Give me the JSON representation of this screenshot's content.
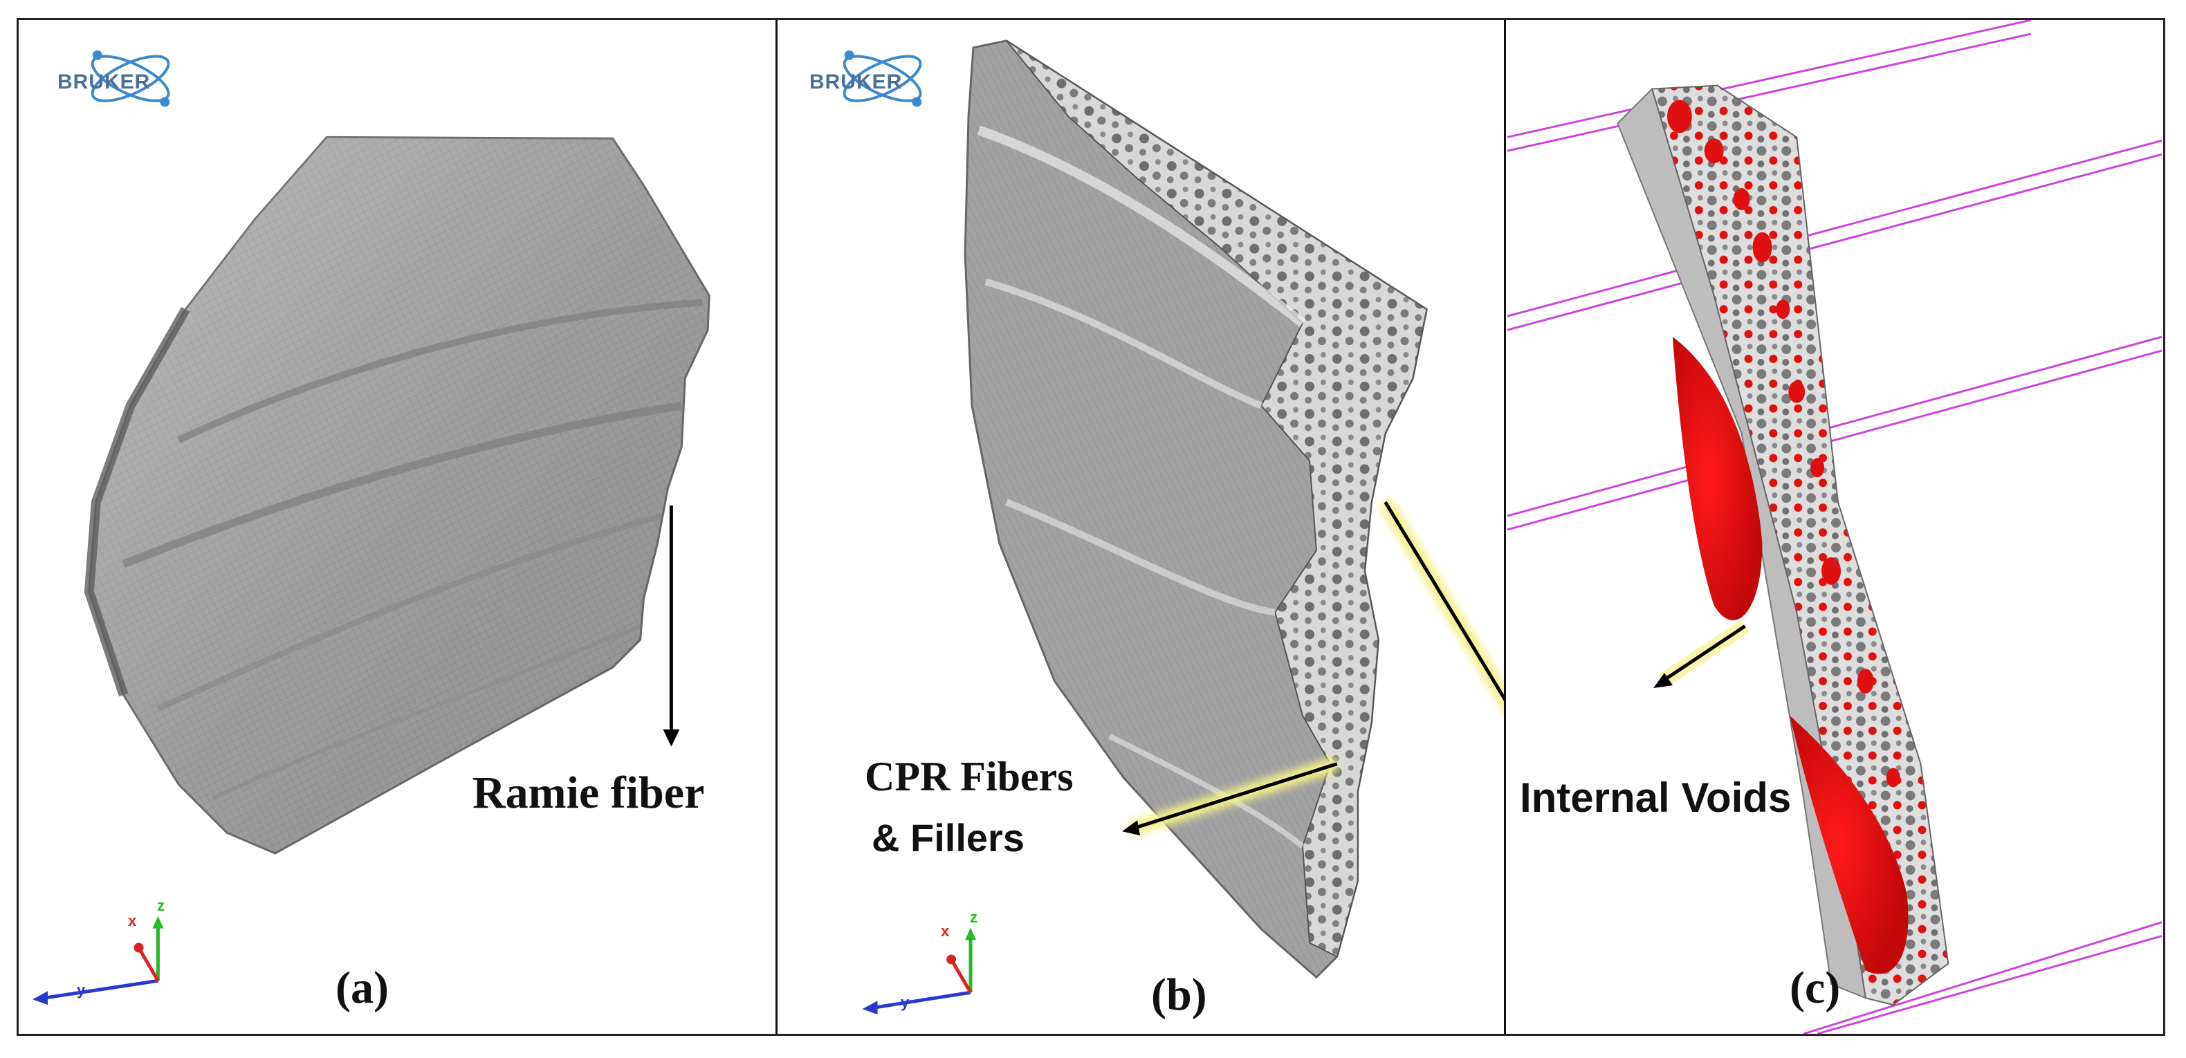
{
  "panels": [
    {
      "id": "a",
      "caption": "(a)",
      "annotation": "Ramie fiber",
      "logo": "BRUKER"
    },
    {
      "id": "b",
      "caption": "(b)",
      "annotation_line1": "CPR  Fibers",
      "annotation_line2": "& Fillers",
      "logo": "BRUKER"
    },
    {
      "id": "c",
      "caption": "(c)",
      "annotation": "Internal Voids"
    }
  ],
  "axis_triad": {
    "x": "x",
    "y": "y",
    "z": "z"
  },
  "colors": {
    "fiber_gray": "#9a9a9a",
    "void_red": "#e01010",
    "guide_magenta": "#cc44dd",
    "arrow_glow": "#f6f08a",
    "logo_blue": "#3a8ad0"
  },
  "icons": [
    "bruker-logo-icon",
    "axis-triad-icon",
    "annotation-arrow-icon"
  ]
}
